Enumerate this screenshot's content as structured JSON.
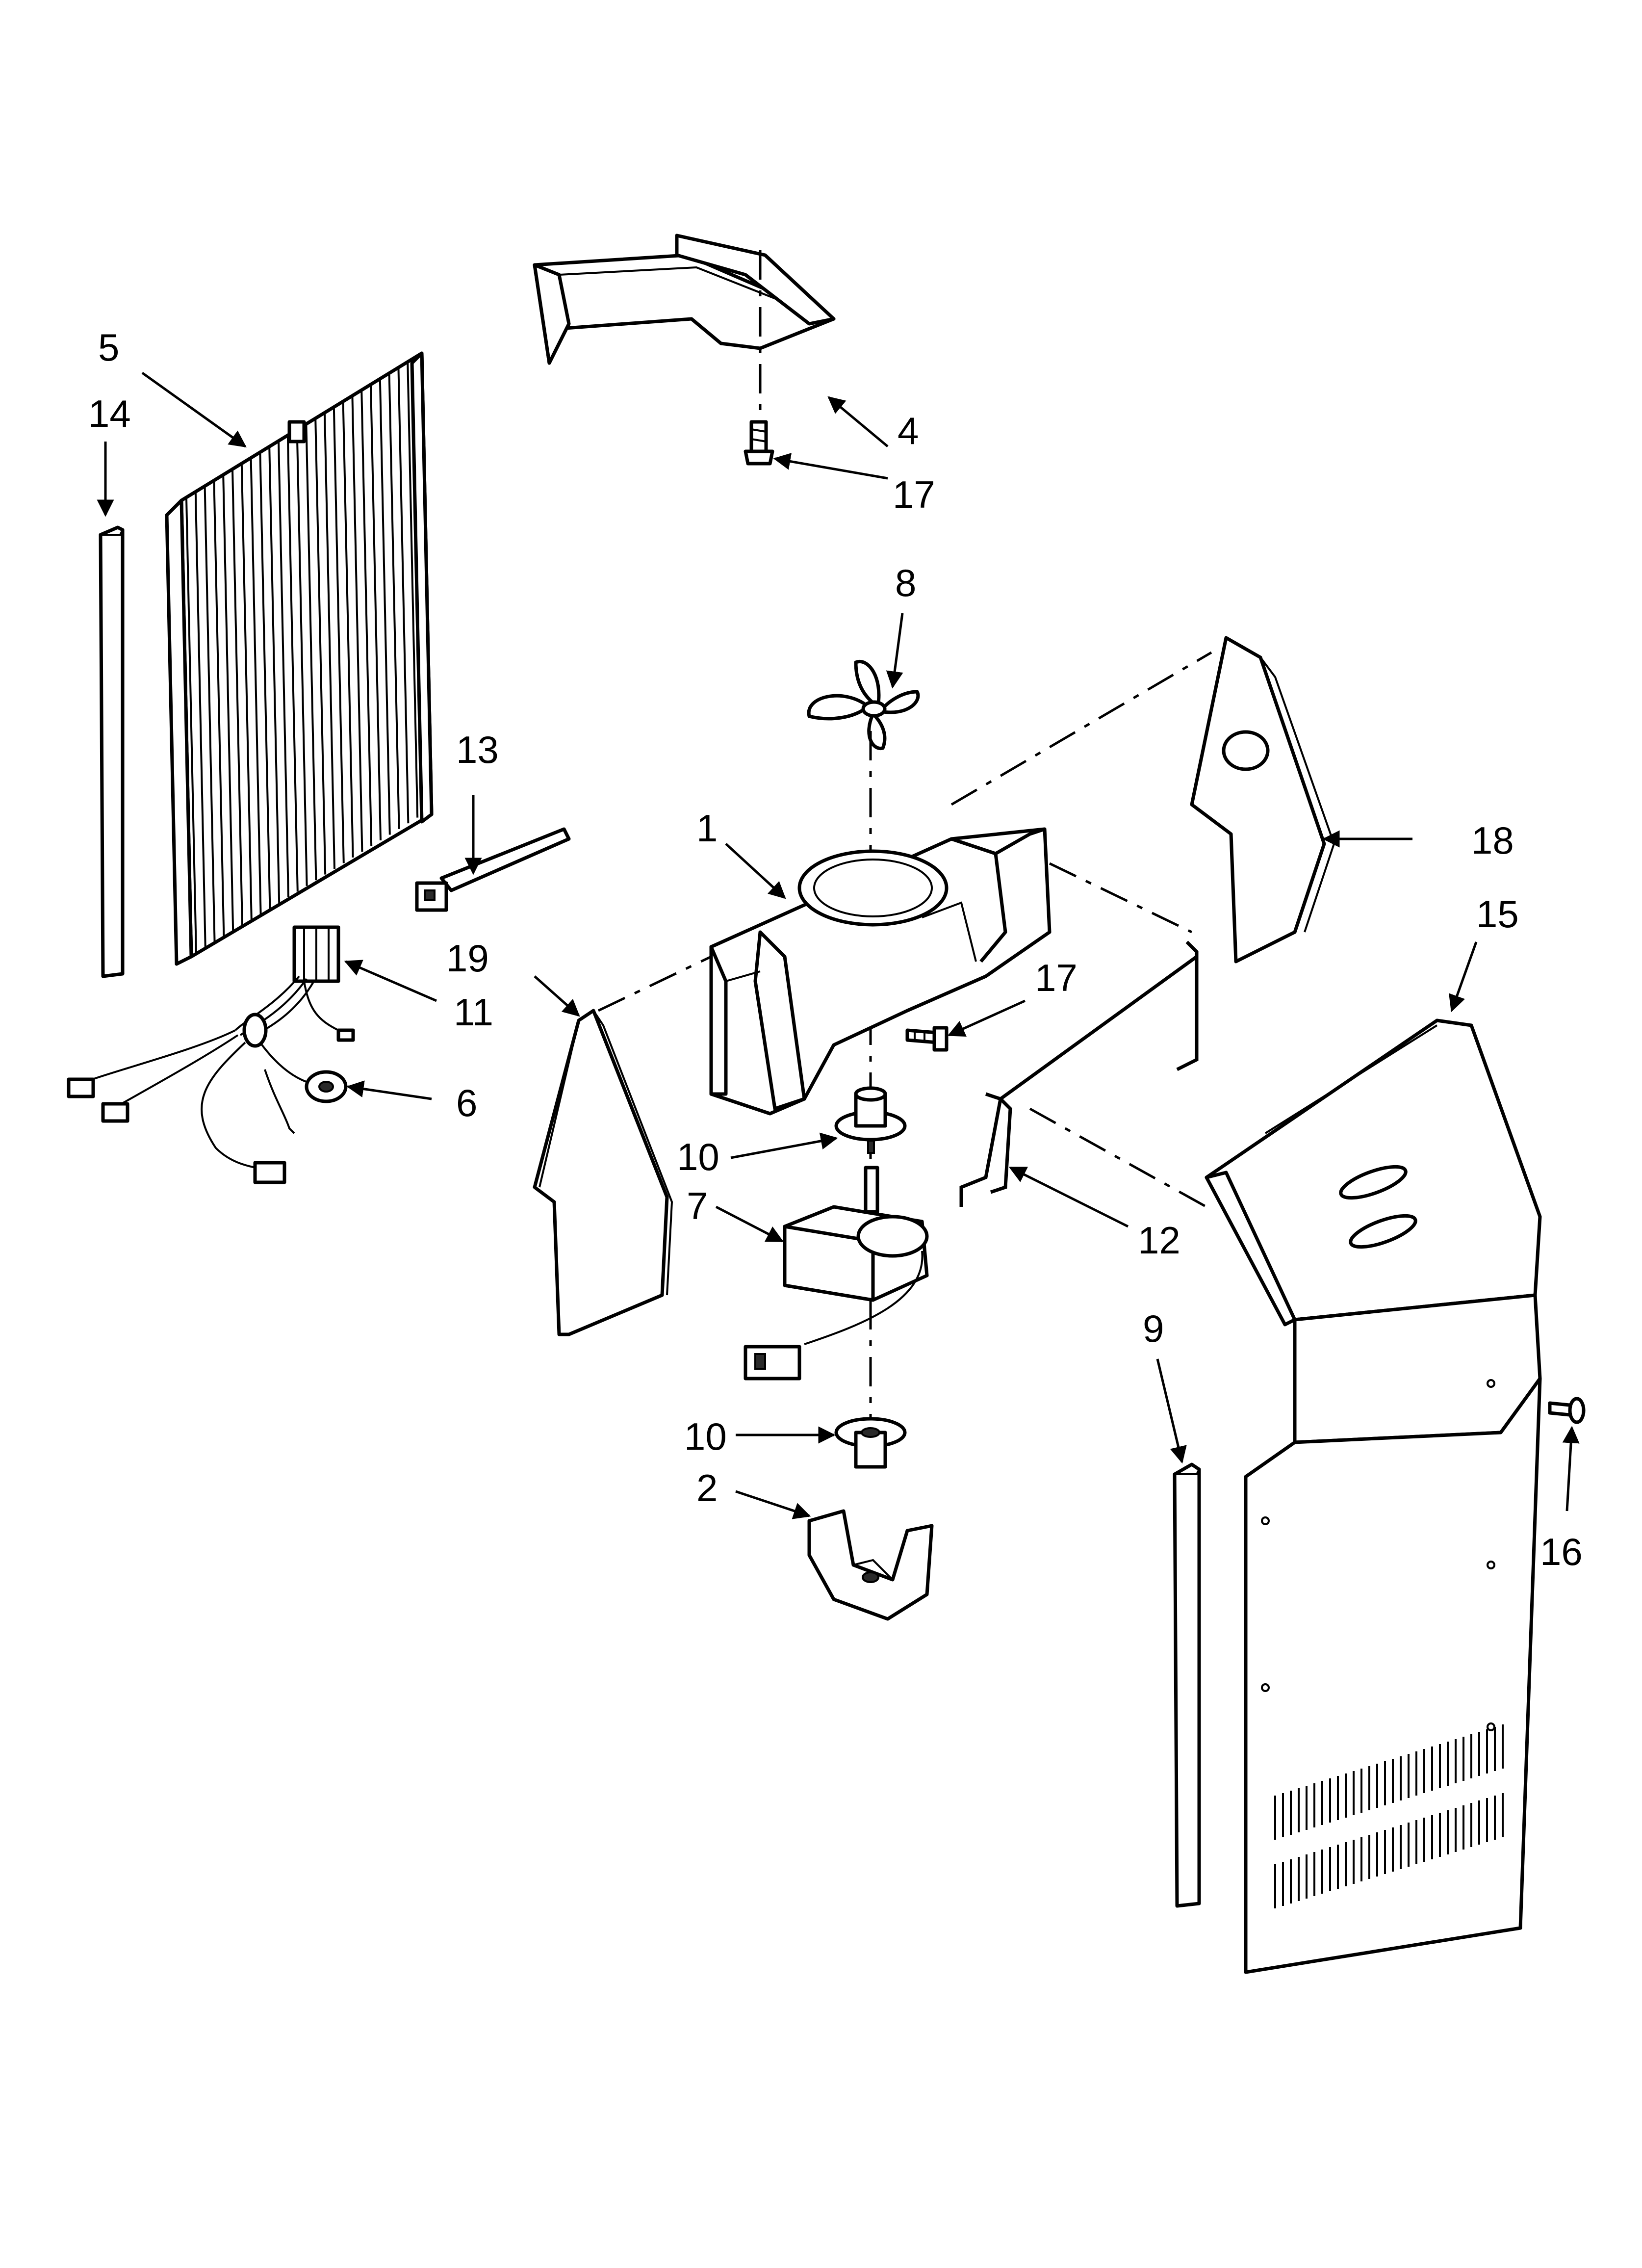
{
  "callouts": {
    "c1": "1",
    "c2": "2",
    "c4": "4",
    "c5": "5",
    "c6": "6",
    "c7": "7",
    "c8": "8",
    "c9": "9",
    "c10a": "10",
    "c10b": "10",
    "c11": "11",
    "c12": "12",
    "c13": "13",
    "c14": "14",
    "c15": "15",
    "c16": "16",
    "c17a": "17",
    "c17b": "17",
    "c18": "18",
    "c19": "19"
  }
}
